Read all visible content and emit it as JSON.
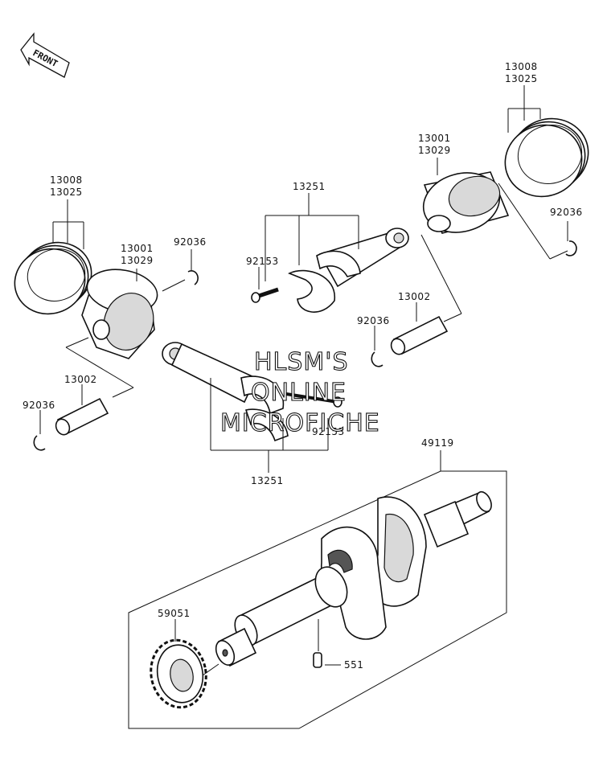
{
  "front_arrow": {
    "label": "FRONT"
  },
  "labels": {
    "rings_right_a": "13008",
    "rings_right_b": "13025",
    "piston_right_a": "13001",
    "piston_right_b": "13029",
    "conrod_top": "13251",
    "bolt_top": "92153",
    "circlip_right": "92036",
    "pin_right": "13002",
    "circlip_mid": "92036",
    "rings_left_a": "13008",
    "rings_left_b": "13025",
    "piston_left_a": "13001",
    "piston_left_b": "13029",
    "circlip_left_top": "92036",
    "pin_left": "13002",
    "circlip_left": "92036",
    "bolt_bottom": "92153",
    "conrod_bottom": "13251",
    "crankshaft": "49119",
    "gear": "59051",
    "dowel": "551"
  },
  "watermark": {
    "line1": "HLSM'S",
    "line2": "ONLINE",
    "line3": "MICROFICHE"
  },
  "colors": {
    "ink": "#111111",
    "paper": "#ffffff"
  }
}
